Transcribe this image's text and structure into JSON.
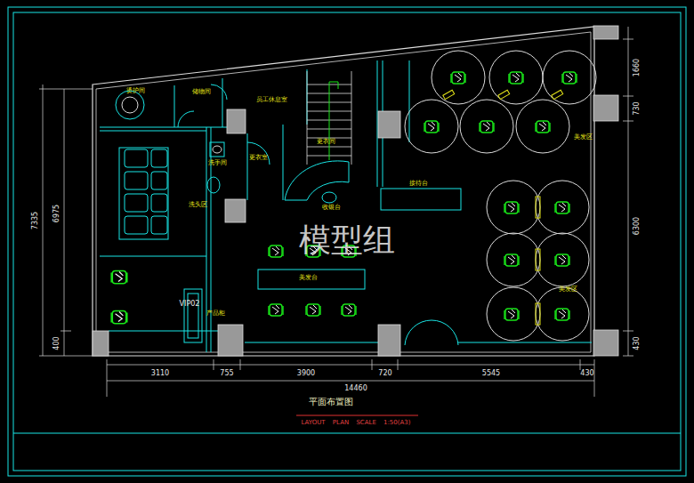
{
  "diagram": {
    "title": "平面布置图",
    "caption": "LAYOUT PLAN SCALE 1:50(A3)",
    "labels": [
      "烫护间",
      "储物间",
      "员工休息室",
      "洗手间",
      "更衣室",
      "更衣间",
      "收银台",
      "洗头区",
      "接待台",
      "美发区",
      "美发台",
      "美发区",
      "VIP02",
      "产品柜",
      "7335",
      "6975",
      "400",
      "3110",
      "755",
      "3900",
      "720",
      "5545",
      "430",
      "14460",
      "1660",
      "730",
      "6300",
      "430",
      "模型组"
    ]
  }
}
